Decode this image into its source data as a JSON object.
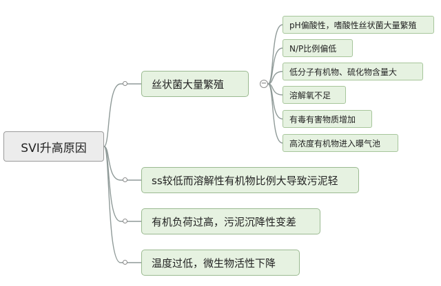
{
  "root": {
    "label": "SVI升高原因"
  },
  "branches": [
    {
      "label": "丝状菌大量繁殖",
      "toggle": "−",
      "children": [
        "pH偏酸性，嗜酸性丝状菌大量繁殖",
        "N/P比例偏低",
        "低分子有机物、硫化物含量大",
        "溶解氧不足",
        "有毒有害物质增加",
        "高浓度有机物进入曝气池"
      ]
    },
    {
      "label": "ss较低而溶解性有机物比例大导致污泥轻"
    },
    {
      "label": "有机负荷过高，污泥沉降性变差"
    },
    {
      "label": "温度过低，微生物活性下降"
    }
  ],
  "colors": {
    "line": "#8f9a98",
    "node_fill": "#e6f2e1",
    "root_fill": "#ececec"
  }
}
